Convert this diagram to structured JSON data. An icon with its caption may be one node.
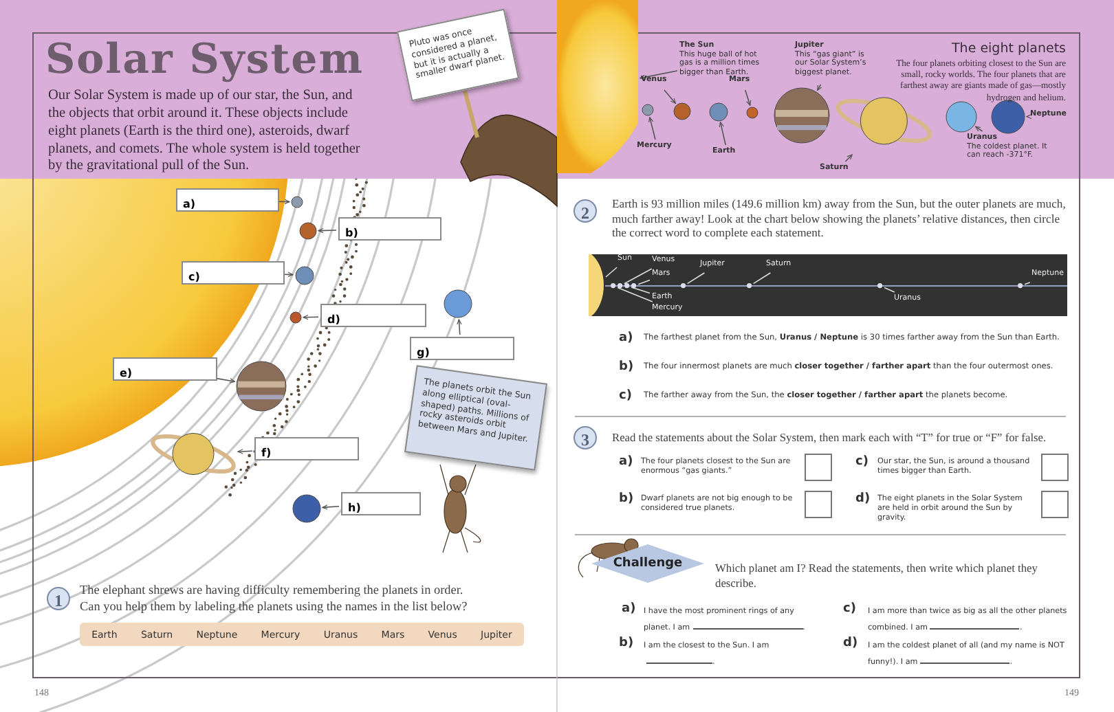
{
  "diagram": {
    "title": "Solar System",
    "nodes": [
      {
        "text": [
          "Pluto was once considered a planet, but it is actually a smaller dwarf planet."
        ]
      },
      {
        "text": [
          "a)"
        ]
      },
      {
        "text": [],
        "shape": "circle"
      },
      {
        "text": [
          "b)"
        ]
      },
      {
        "text": [],
        "shape": "circle"
      },
      {
        "text": [
          "c)"
        ]
      },
      {
        "text": [],
        "shape": "circle"
      },
      {
        "text": [
          "d)"
        ]
      },
      {
        "text": [],
        "shape": "circle"
      },
      {
        "text": [
          "g)"
        ]
      },
      {
        "text": [],
        "shape": "circle"
      },
      {
        "text": [
          "e)"
        ]
      },
      {
        "text": [],
        "shape": "circle"
      },
      {
        "text": [
          "f)"
        ]
      },
      {
        "text": [],
        "shape": "circle"
      },
      {
        "text": [
          "The planets orbit the Sun along elliptical (oval-shaped) paths. Millions of rocky asteroids orbit between Mars and Jupiter."
        ]
      },
      {
        "text": [
          "h)"
        ]
      },
      {
        "text": [],
        "shape": "circle"
      },
      {
        "text": [
          "1"
        ]
      },
      {
        "text": [
          "Earth",
          "Saturn",
          "Neptune",
          "Mercury",
          "Uranus",
          "Mars",
          "Venus",
          "Jupiter"
        ]
      },
      {
        "text": [],
        "shape": "circle"
      },
      {
        "text": [
          "The Sun",
          "This huge ball of hot gas is a million times bigger than Earth."
        ]
      },
      {
        "text": [
          "Jupiter",
          "This “gas giant” is our Solar System’s biggest planet."
        ]
      },
      {
        "text": [
          "Venus"
        ]
      },
      {
        "text": [
          "Mars"
        ]
      },
      {
        "text": [],
        "shape": "circle"
      },
      {
        "text": [],
        "shape": "circle"
      },
      {
        "text": [],
        "shape": "circle"
      },
      {
        "text": [],
        "shape": "circle"
      },
      {
        "text": [],
        "shape": "circle"
      },
      {
        "text": [],
        "shape": "circle"
      },
      {
        "text": [],
        "shape": "circle"
      },
      {
        "text": [],
        "shape": "circle"
      },
      {
        "text": [
          "Neptune"
        ]
      },
      {
        "text": [
          "Mercury"
        ]
      },
      {
        "text": [
          "Earth"
        ]
      },
      {
        "text": [
          "Saturn"
        ]
      },
      {
        "text": [
          "Uranus",
          "The coldest planet. It can reach -371°F."
        ]
      },
      {
        "text": [
          "2"
        ]
      },
      {
        "text": [
          "3"
        ]
      },
      {
        "text": [],
        "shape": "box"
      },
      {
        "text": [],
        "shape": "box"
      },
      {
        "text": [],
        "shape": "box"
      },
      {
        "text": [],
        "shape": "box"
      },
      {
        "text": [
          "Challenge"
        ]
      },
      {
        "text": [
          "Sun"
        ]
      },
      {
        "text": [
          "Venus"
        ]
      },
      {
        "text": [
          "Mars"
        ]
      },
      {
        "text": [
          "Jupiter"
        ]
      },
      {
        "text": [
          "Saturn"
        ]
      },
      {
        "text": [
          "Earth"
        ]
      },
      {
        "text": [
          "Mercury"
        ]
      },
      {
        "text": [
          "Uranus"
        ]
      },
      {
        "text": [
          "Neptune"
        ]
      },
      {
        "text": [],
        "shape": "circle"
      },
      {
        "text": [],
        "shape": "circle"
      },
      {
        "text": [],
        "shape": "circle"
      },
      {
        "text": [],
        "shape": "circle"
      },
      {
        "text": [],
        "shape": "circle"
      },
      {
        "text": [],
        "shape": "circle"
      },
      {
        "text": [],
        "shape": "circle"
      },
      {
        "text": [],
        "shape": "circle"
      },
      {
        "text": [],
        "shape": "circle"
      }
    ],
    "edges": [
      {
        "from": 1,
        "to": 2,
        "arrow": "to"
      },
      {
        "from": 3,
        "to": 4,
        "arrow": "to"
      },
      {
        "from": 5,
        "to": 6,
        "arrow": "to"
      },
      {
        "from": 7,
        "to": 8,
        "arrow": "to"
      },
      {
        "from": 9,
        "to": 10,
        "arrow": "to"
      },
      {
        "from": 11,
        "to": 12,
        "arrow": "to"
      },
      {
        "from": 13,
        "to": 14,
        "arrow": "to"
      },
      {
        "from": 16,
        "to": 17,
        "arrow": "to"
      },
      {
        "from": 21,
        "to": 20,
        "arrow": "to"
      },
      {
        "from": 22,
        "to": 29,
        "arrow": "to"
      },
      {
        "from": 23,
        "to": 26,
        "arrow": "to"
      },
      {
        "from": 24,
        "to": 28,
        "arrow": "to"
      },
      {
        "from": 33,
        "to": 32,
        "arrow": "to"
      },
      {
        "from": 34,
        "to": 25,
        "arrow": "to"
      },
      {
        "from": 35,
        "to": 27,
        "arrow": "to"
      },
      {
        "from": 36,
        "to": 30,
        "arrow": "to"
      },
      {
        "from": 37,
        "to": 31,
        "arrow": "to"
      },
      {
        "from": 45,
        "to": 54,
        "arrow": "none",
        "color": "#dddddd"
      },
      {
        "from": 46,
        "to": 56,
        "arrow": "none",
        "color": "#dddddd"
      },
      {
        "from": 47,
        "to": 58,
        "arrow": "none",
        "color": "#dddddd"
      },
      {
        "from": 48,
        "to": 59,
        "arrow": "none",
        "color": "#dddddd"
      },
      {
        "from": 49,
        "to": 60,
        "arrow": "none",
        "color": "#dddddd"
      },
      {
        "from": 50,
        "to": 57,
        "arrow": "none",
        "color": "#dddddd"
      },
      {
        "from": 51,
        "to": 55,
        "arrow": "none",
        "color": "#dddddd"
      },
      {
        "from": 52,
        "to": 61,
        "arrow": "none",
        "color": "#dddddd"
      },
      {
        "from": 53,
        "to": 62,
        "arrow": "none",
        "color": "#dddddd"
      }
    ],
    "labels": [
      "Our Solar System is made up of our star, the Sun, and the objects that orbit around it. These objects include eight planets (Earth is the third one), asteroids, dwarf planets, and comets. The whole system is held together by the gravitational pull of the Sun.",
      "The elephant shrews are having difficulty remembering the planets in order. Can you help them by labeling the planets using the names in the list below?",
      "The eight planets",
      "The four planets orbiting closest to the Sun are small, rocky worlds. The four planets that are farthest away are giants made of gas—mostly hydrogen and helium.",
      "Earth is 93 million miles (149.6 million km) away from the Sun, but the outer planets are much, much farther away! Look at the chart below showing the planets’ relative distances, then circle the correct word to complete each statement.",
      "a)",
      "The farthest planet from the Sun, **Uranus / Neptune** is 30 times farther away from the Sun than Earth.",
      "b)",
      "The four innermost planets are much **closer together / farther apart** than the four outermost ones.",
      "c)",
      "The farther away from the Sun, the **closer together / farther apart** the planets become.",
      "Read the statements about the Solar System, then mark each with “T” for true or “F” for false.",
      "a)",
      "The four planets closest to the Sun are enormous “gas giants.”",
      "c)",
      "Our star, the Sun, is around a thousand times bigger than Earth.",
      "b)",
      "Dwarf planets are not big enough to be considered true planets.",
      "d)",
      "The eight planets in the Solar System are held in orbit around the Sun by gravity.",
      "Which planet am I? Read the statements, then write which planet they describe.",
      "a)",
      "I have the most prominent rings of any planet. I am",
      ".",
      "c)",
      "I am more than twice as big as all the other planets combined. I am",
      ".",
      "b)",
      "I am the closest to the Sun. I am",
      ".",
      "d)",
      "I am the coldest planet of all (and my name is NOT funny!). I am",
      ".",
      "148",
      "149"
    ]
  }
}
